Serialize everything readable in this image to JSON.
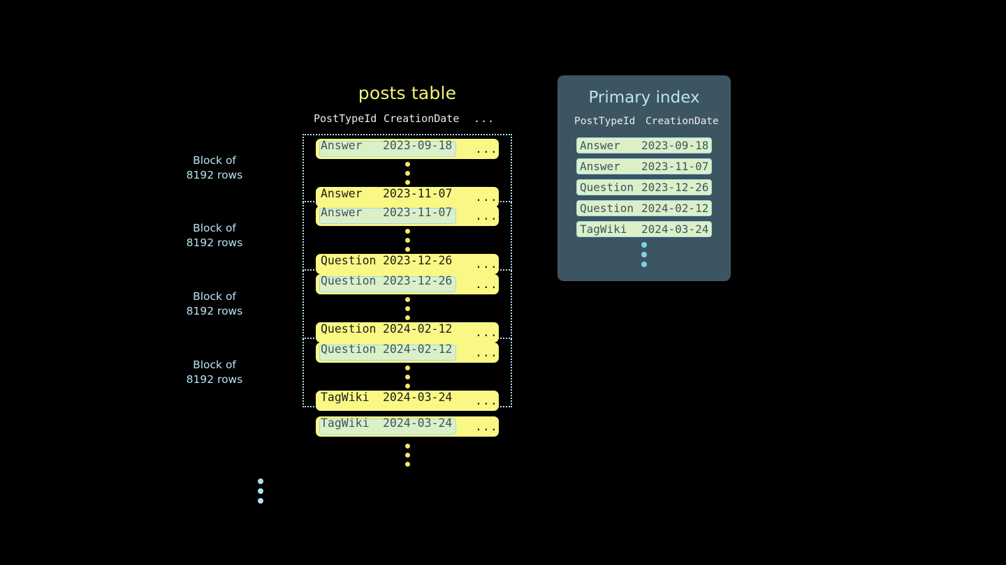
{
  "posts_table": {
    "title": "posts table",
    "columns": [
      "PostTypeId",
      "CreationDate"
    ],
    "rest_column": "...",
    "row_rest": "...",
    "block_label": "Block of\n8192 rows",
    "blocks": [
      {
        "label": "Block of\n8192 rows",
        "first_row": {
          "type": "Answer",
          "date": "2023-09-18",
          "rest": "...",
          "highlighted": true
        },
        "last_row": {
          "type": "Answer",
          "date": "2023-11-07",
          "rest": "...",
          "highlighted": false
        }
      },
      {
        "label": "Block of\n8192 rows",
        "first_row": {
          "type": "Answer",
          "date": "2023-11-07",
          "rest": "...",
          "highlighted": true
        },
        "last_row": {
          "type": "Question",
          "date": "2023-12-26",
          "rest": "...",
          "highlighted": false
        }
      },
      {
        "label": "Block of\n8192 rows",
        "first_row": {
          "type": "Question",
          "date": "2023-12-26",
          "rest": "...",
          "highlighted": true
        },
        "last_row": {
          "type": "Question",
          "date": "2024-02-12",
          "rest": "...",
          "highlighted": false
        }
      },
      {
        "label": "Block of\n8192 rows",
        "first_row": {
          "type": "Question",
          "date": "2024-02-12",
          "rest": "...",
          "highlighted": true
        },
        "last_row": {
          "type": "TagWiki",
          "date": "2024-03-24",
          "rest": "...",
          "highlighted": false
        }
      }
    ],
    "trailing_row": {
      "type": "TagWiki",
      "date": "2024-03-24",
      "rest": "...",
      "highlighted": true
    }
  },
  "primary_index": {
    "title": "Primary index",
    "columns": [
      "PostTypeId",
      "CreationDate"
    ],
    "rows": [
      {
        "type": "Answer",
        "date": "2023-09-18"
      },
      {
        "type": "Answer",
        "date": "2023-11-07"
      },
      {
        "type": "Question",
        "date": "2023-12-26"
      },
      {
        "type": "Question",
        "date": "2024-02-12"
      },
      {
        "type": "TagWiki",
        "date": "2024-03-24"
      }
    ]
  },
  "colors": {
    "background": "#000000",
    "row_yellow": "#faf884",
    "highlight_green": "#dcf0c8",
    "highlight_border": "#9fd8ec",
    "accent_blue": "#b9e3f2",
    "panel_slate": "#3d5461",
    "title_yellow": "#f2f27a",
    "dot_yellow": "#f2e96a",
    "dot_blue": "#a9e2f2"
  }
}
